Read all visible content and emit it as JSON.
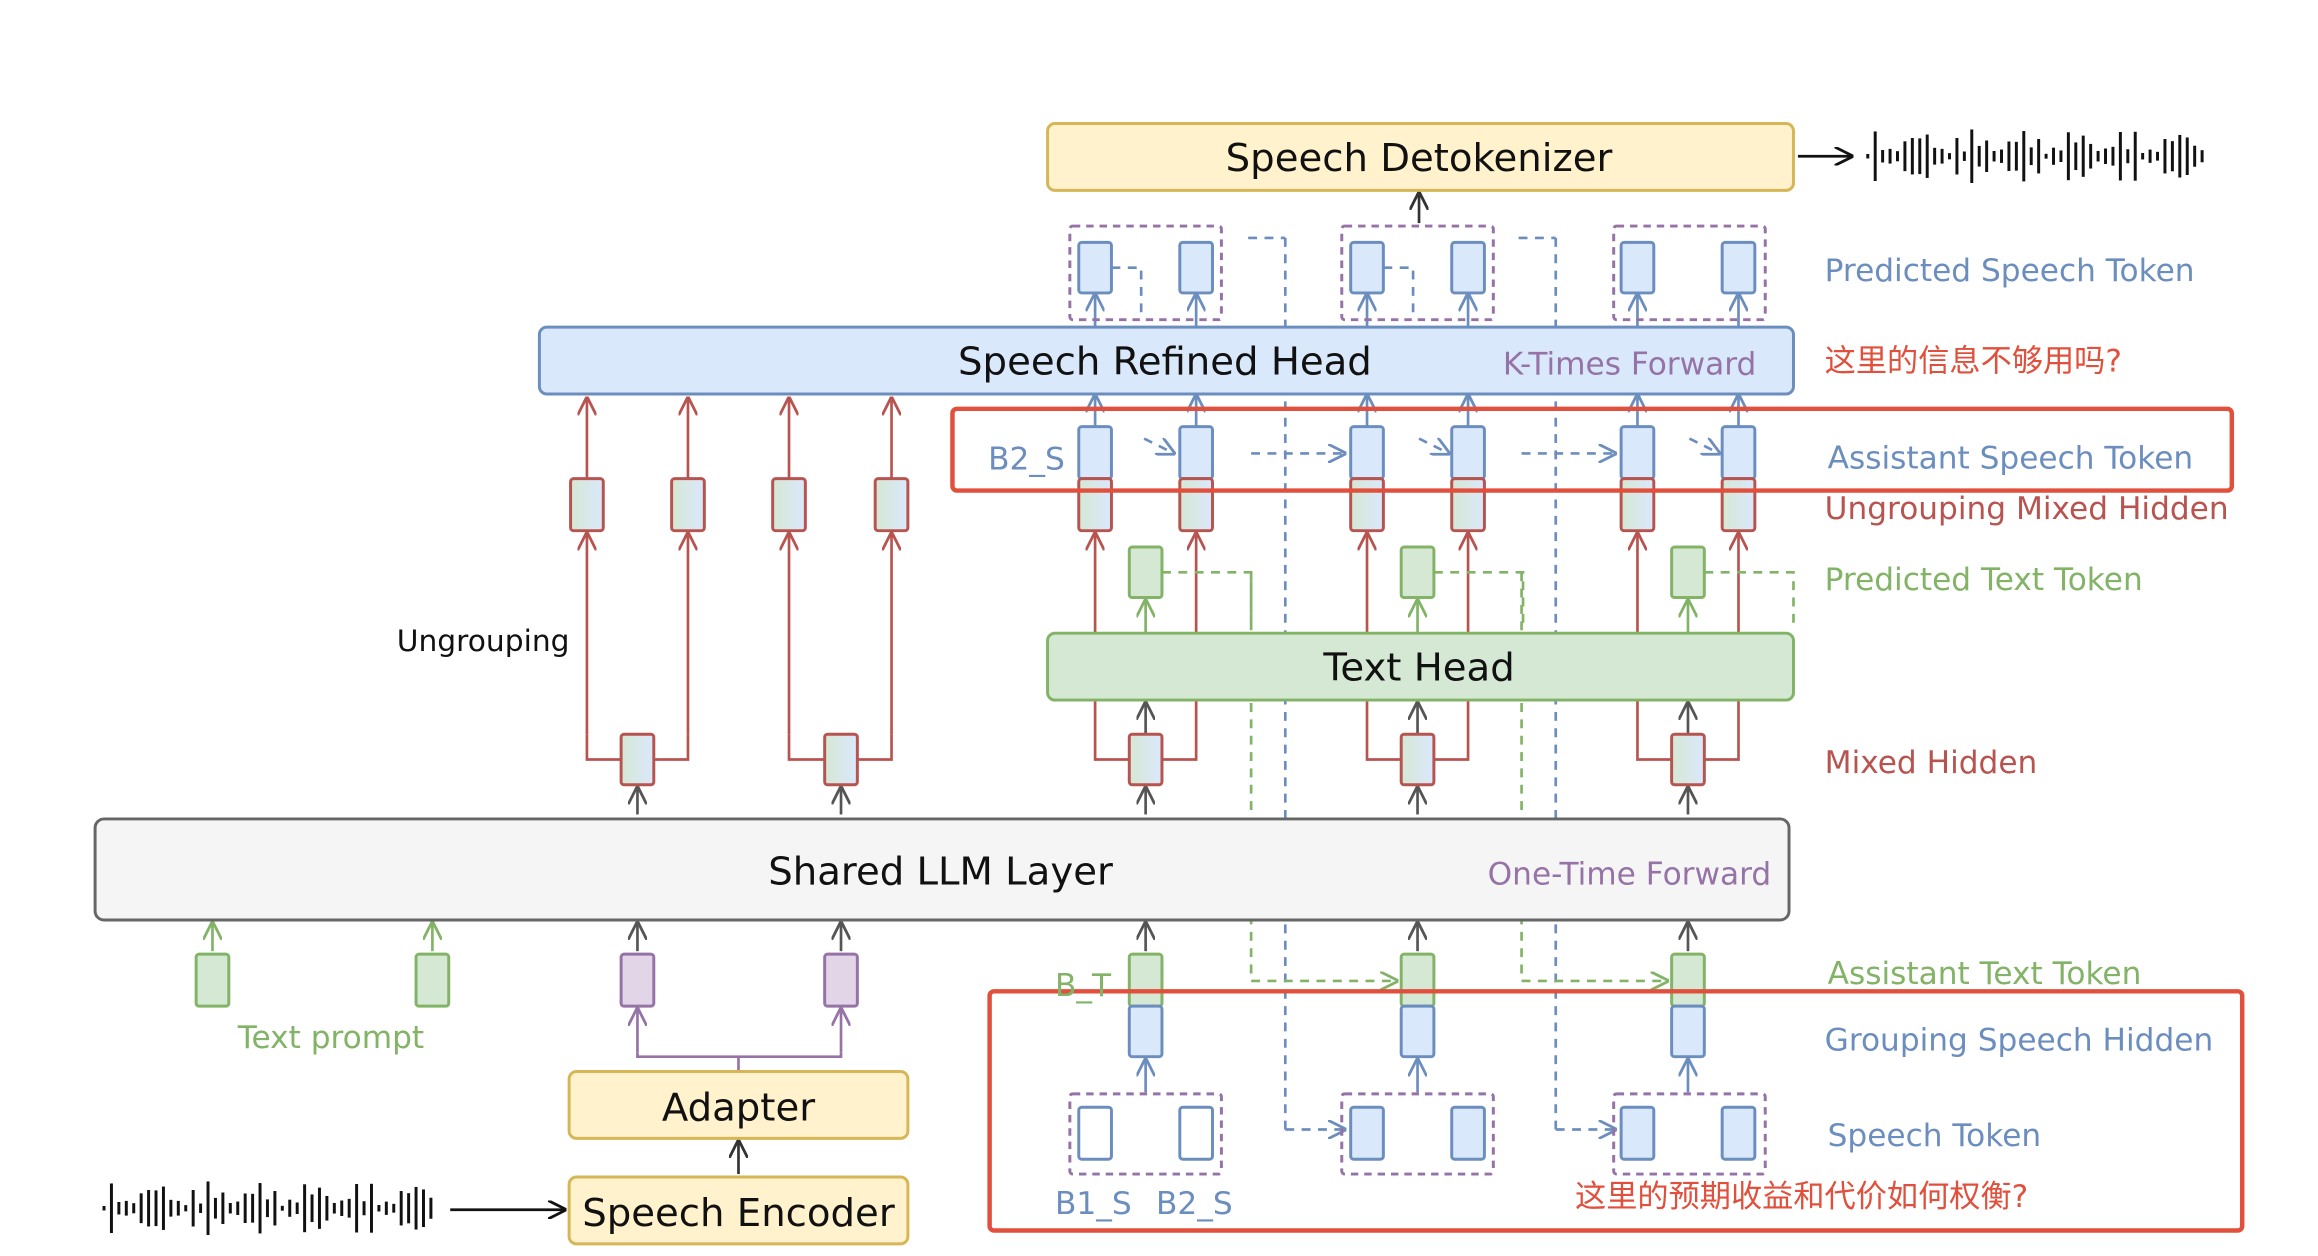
{
  "boxes": {
    "detokenizer": "Speech Detokenizer",
    "refined_head": "Speech Refined Head",
    "refined_head_note": "K-Times Forward",
    "text_head": "Text Head",
    "llm": "Shared LLM Layer",
    "llm_note": "One-Time Forward",
    "adapter": "Adapter",
    "encoder": "Speech Encoder"
  },
  "labels": {
    "predicted_speech_token": "Predicted Speech Token",
    "question1": "这里的信息不够用吗?",
    "assistant_speech_token": "Assistant Speech Token",
    "ungrouping_mixed_hidden": "Ungrouping Mixed Hidden",
    "predicted_text_token": "Predicted Text Token",
    "mixed_hidden": "Mixed Hidden",
    "assistant_text_token": "Assistant Text Token",
    "grouping_speech_hidden": "Grouping Speech Hidden",
    "speech_token": "Speech Token",
    "question2": "这里的预期收益和代价如何权衡?",
    "ungrouping": "Ungrouping",
    "text_prompt": "Text prompt",
    "b2_s_top": "B2_S",
    "b_t": "B_T",
    "b1_s": "B1_S",
    "b2_s": "B2_S"
  },
  "colors": {
    "speech_blue": "#6c8ebf",
    "hidden_red": "#b85450",
    "text_green": "#82b366",
    "adapter_purple": "#9673a6",
    "highlight_red": "#e0503c"
  }
}
